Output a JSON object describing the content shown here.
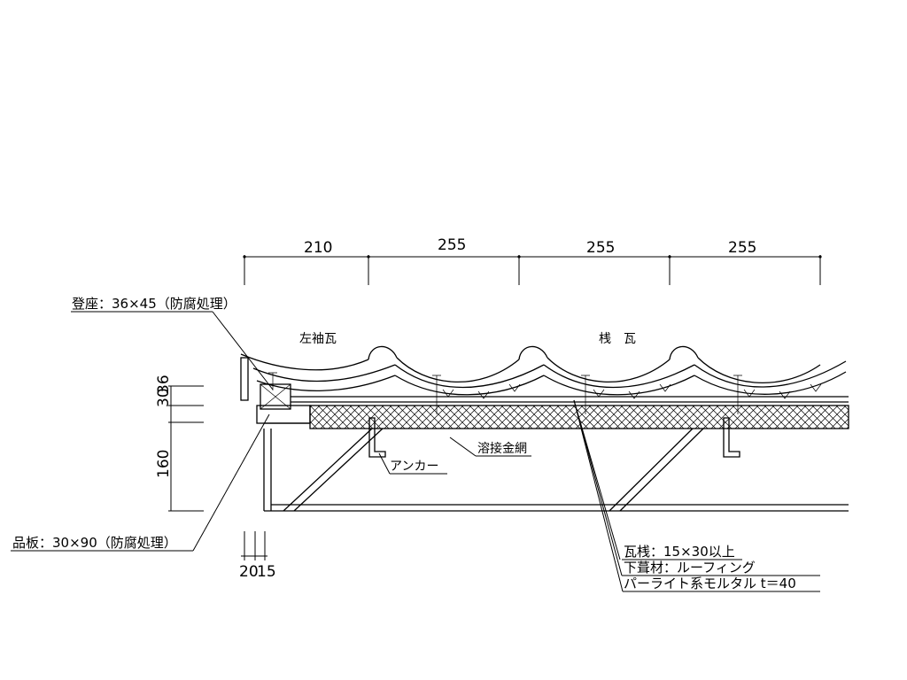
{
  "dimensions_top": [
    "210",
    "255",
    "255",
    "255"
  ],
  "dimensions_left": [
    "30",
    "36",
    "160"
  ],
  "dimensions_bottom": [
    "20",
    "15"
  ],
  "labels": {
    "tosa": "登座：36×45（防腐処理）",
    "sodegawara": "左袖瓦",
    "sangawara": "桟　瓦",
    "youseki": "溶接金網",
    "anchor": "アンカー",
    "shinaita": "品板：30×90（防腐処理）",
    "kawarasan": "瓦桟：15×30以上",
    "shitabuki": "下葺材：ルーフィング",
    "mortar": "パーライト系モルタル t＝40"
  }
}
